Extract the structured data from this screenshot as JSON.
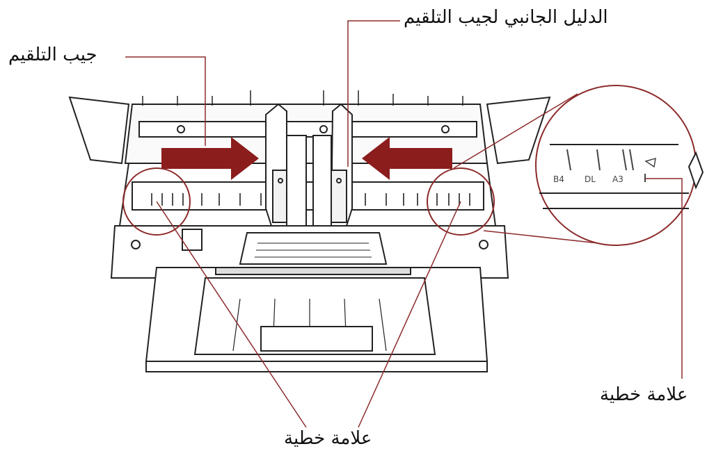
{
  "labels": {
    "chute_side_guide": "الدليل الجانبي لجيب التلقيم",
    "chute": "جيب التلقيم",
    "line_mark_right": "علامة خطية",
    "line_mark_bottom": "علامة خطية"
  },
  "zoom_sizes": [
    "B4",
    "DL",
    "A3"
  ],
  "colors": {
    "arrow": "#8c1d1d",
    "leader": "#8c2a2a",
    "line": "#222222"
  }
}
